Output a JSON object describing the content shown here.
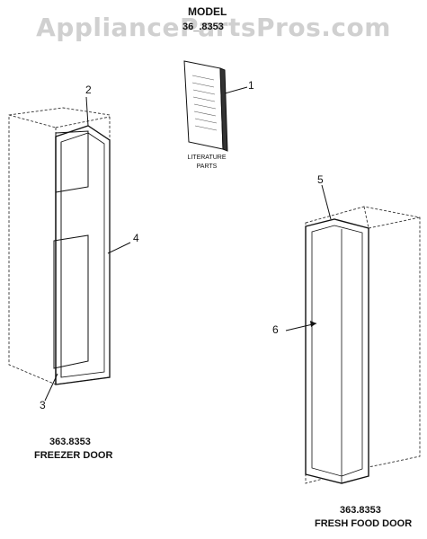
{
  "watermark": "AppliancePartsPros.com",
  "header": {
    "model_label": "MODEL",
    "model_number": "36_.8353"
  },
  "literature": {
    "line1": "LITERATURE",
    "line2": "PARTS"
  },
  "callouts": {
    "c1": "1",
    "c2": "2",
    "c3": "3",
    "c4": "4",
    "c5": "5",
    "c6": "6"
  },
  "freezer": {
    "number": "363.8353",
    "name": "FREEZER DOOR"
  },
  "fresh_food": {
    "number": "363.8353",
    "name": "FRESH FOOD DOOR"
  }
}
